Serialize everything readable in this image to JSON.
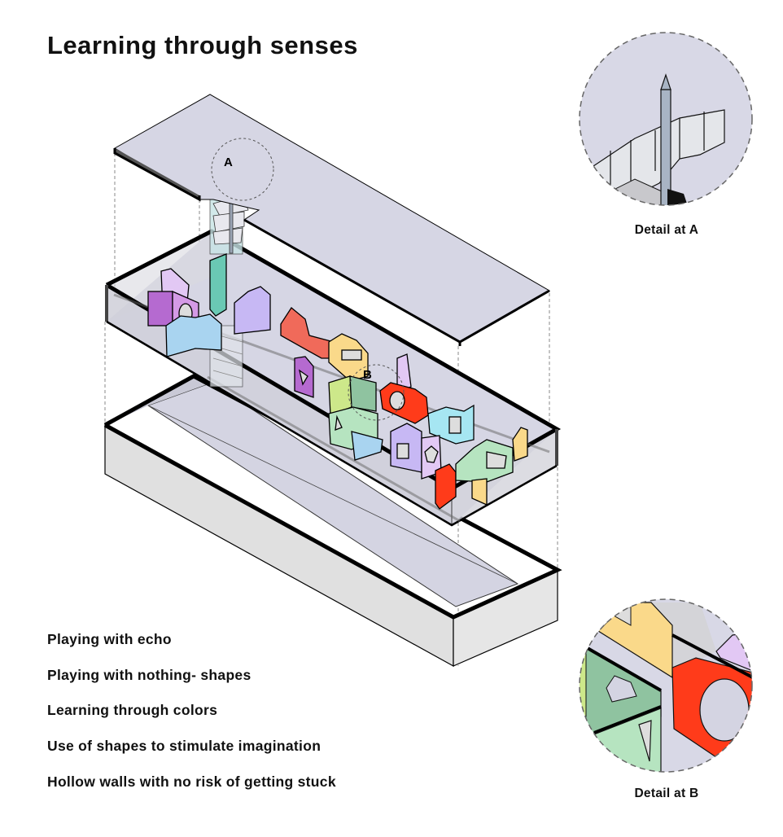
{
  "title": "Learning through senses",
  "markers": {
    "a": "A",
    "b": "B"
  },
  "details": {
    "a": {
      "caption": "Detail at A"
    },
    "b": {
      "caption": "Detail at B"
    }
  },
  "features": [
    "Playing with echo",
    "Playing with nothing- shapes",
    "Learning through colors",
    "Use of shapes to stimulate imagination",
    "Hollow walls with no risk of getting stuck"
  ],
  "colors": {
    "floor": "#d6d6e4",
    "wall": "#dcdcdc",
    "outline": "#000000",
    "red": "#ff3b1a",
    "yellow": "#fad98a",
    "lime": "#cde88a",
    "green": "#b6e4c0",
    "sage": "#8fc3a0",
    "teal": "#6ac9b4",
    "cyan": "#a6e6f2",
    "sky": "#a9d4f0",
    "lavender": "#c7b8f4",
    "lilac": "#e2c8f4",
    "purple": "#b56ad0"
  }
}
